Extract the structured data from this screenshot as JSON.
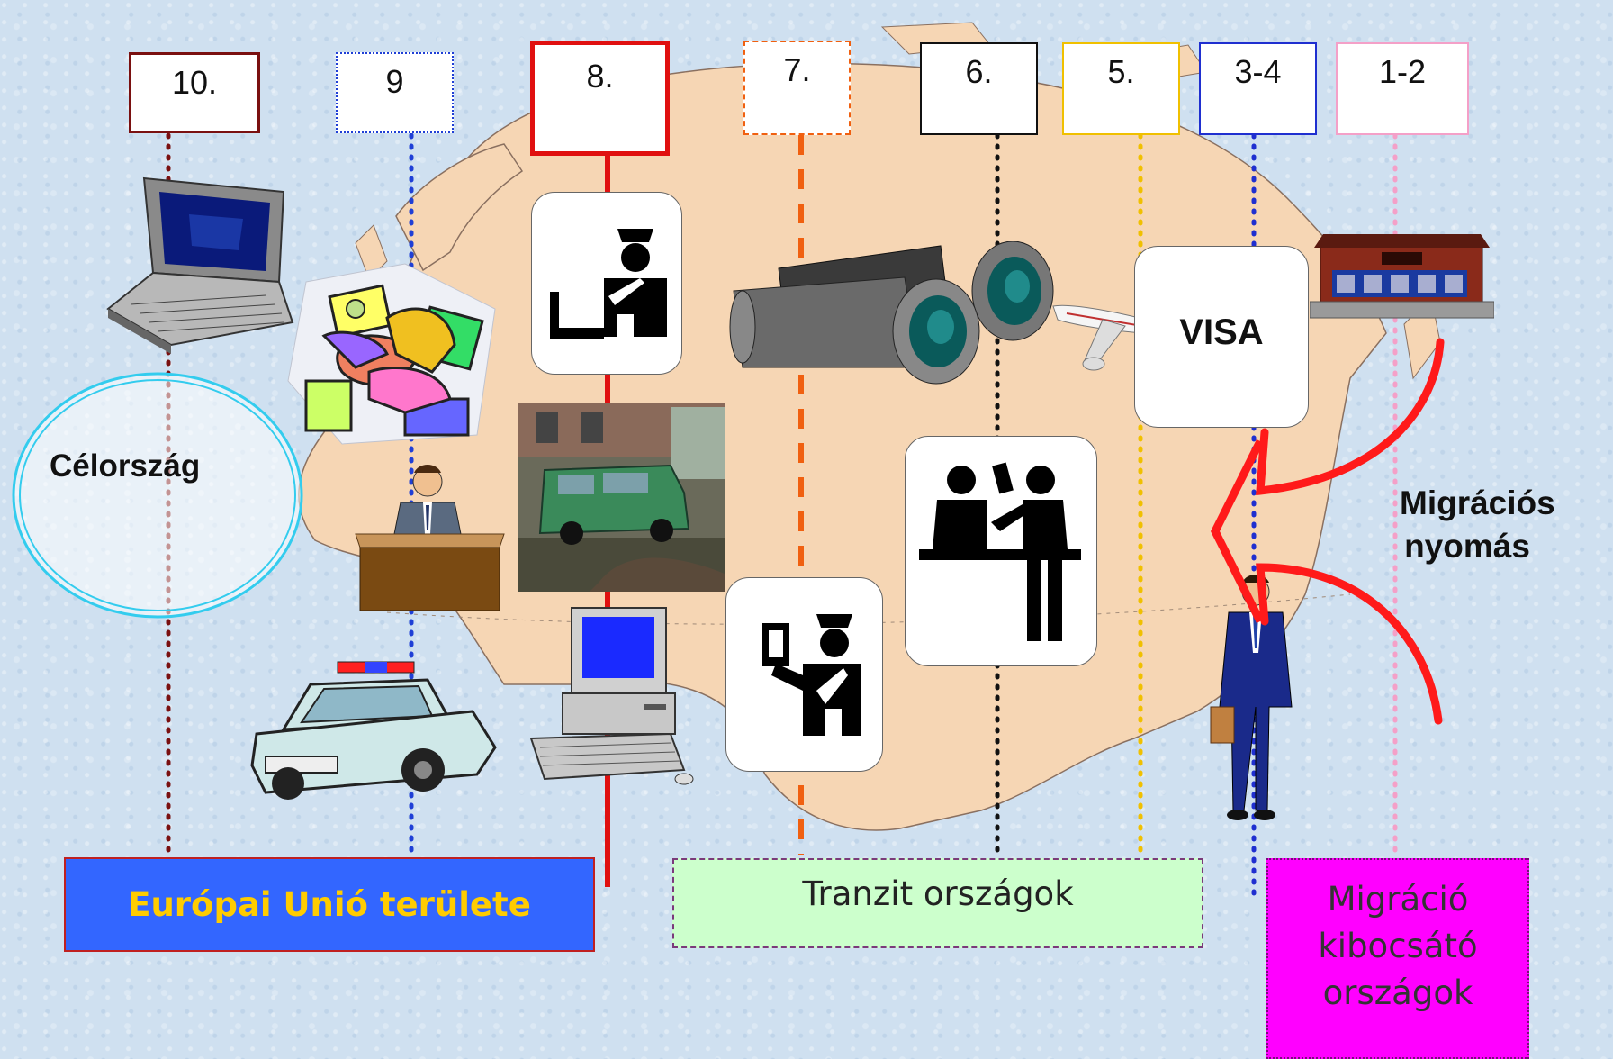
{
  "stages": [
    {
      "label": "10.",
      "color": "#7a1010"
    },
    {
      "label": "9",
      "color": "#1f3fd6"
    },
    {
      "label": "8.",
      "color": "#e01010"
    },
    {
      "label": "7.",
      "color": "#f06010"
    },
    {
      "label": "6.",
      "color": "#111111"
    },
    {
      "label": "5.",
      "color": "#f0c000"
    },
    {
      "label": "3-4",
      "color": "#1f2fd0"
    },
    {
      "label": "1-2",
      "color": "#f4a0c8"
    }
  ],
  "destination_label": "Célország",
  "visa_label": "VISA",
  "pressure_label": "Migrációs nyomás",
  "regions": {
    "eu": "Európai Unió területe",
    "transit": "Tranzit országok",
    "source": "Migráció kibocsátó országok"
  },
  "colors": {
    "background": "#cfe0f0",
    "map_land": "#f6d6b4",
    "eu_box": "#3366ff",
    "eu_text": "#ffcc00",
    "transit_box": "#ccffcc",
    "source_box": "#ff00ff",
    "pressure_arrow": "#ff1a1a",
    "destination_ring": "#33ccee"
  },
  "icons": [
    "laptop-icon",
    "handshake-icon",
    "official-at-desk-icon",
    "police-car-icon",
    "border-guard-icon",
    "patrol-van-photo",
    "desktop-computer-icon",
    "passport-control-icon",
    "binoculars-icon",
    "airplane-icon",
    "visa-counter-icon",
    "shop-building-icon",
    "businessman-icon"
  ]
}
